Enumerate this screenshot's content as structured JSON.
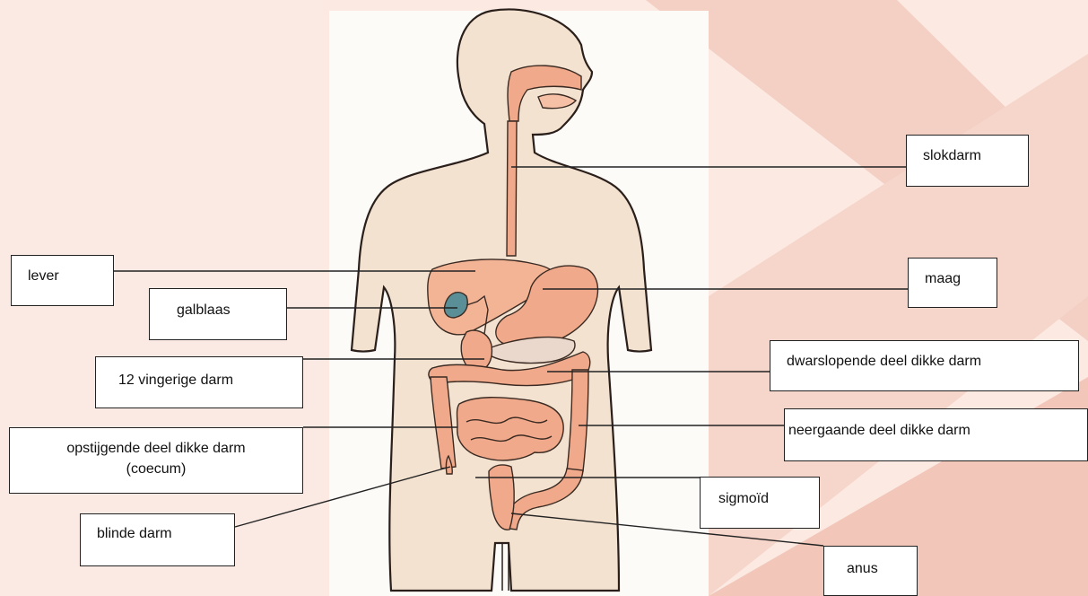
{
  "diagram": {
    "colors": {
      "background": "#fbe9e2",
      "stripes": "#f4cfc3",
      "panel": "#fdfbf8",
      "body_fill": "#f4e2d0",
      "organ_fill": "#f0a98a",
      "gallbladder": "#5b8f97",
      "outline": "#2a1f1a",
      "leader_line": "#222222"
    },
    "labels": {
      "slokdarm": "slokdarm",
      "lever": "lever",
      "maag": "maag",
      "galblaas": "galblaas",
      "twaalfvingerige_darm": "12 vingerige darm",
      "dwarslopende": "dwarslopende deel dikke darm",
      "neergaande": "neergaande deel dikke darm",
      "opstijgende_line1": "opstijgende deel dikke darm",
      "opstijgende_line2": "(coecum)",
      "sigmoid": "sigmoïd",
      "blinde_darm": "blinde darm",
      "anus": "anus"
    }
  }
}
